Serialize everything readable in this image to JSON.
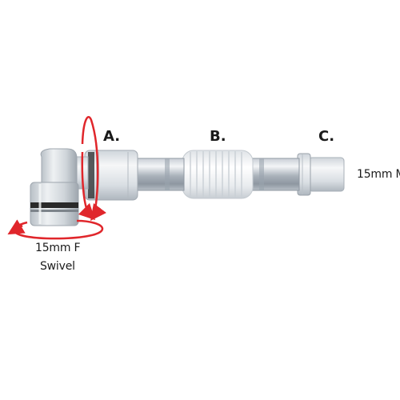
{
  "labels": {
    "section_a": "A.",
    "section_b": "B.",
    "section_c": "C.",
    "male_end": "15mm M",
    "female_end_line1": "15mm F",
    "female_end_line2": "Swivel"
  },
  "colors": {
    "background": "#ffffff",
    "rotation_arrow": "#e0262b",
    "label_text": "#1a1a1a",
    "bellows": "#e9ecef",
    "clear_plastic": "#d8dde2",
    "seal_ring": "#2a2a2a"
  }
}
